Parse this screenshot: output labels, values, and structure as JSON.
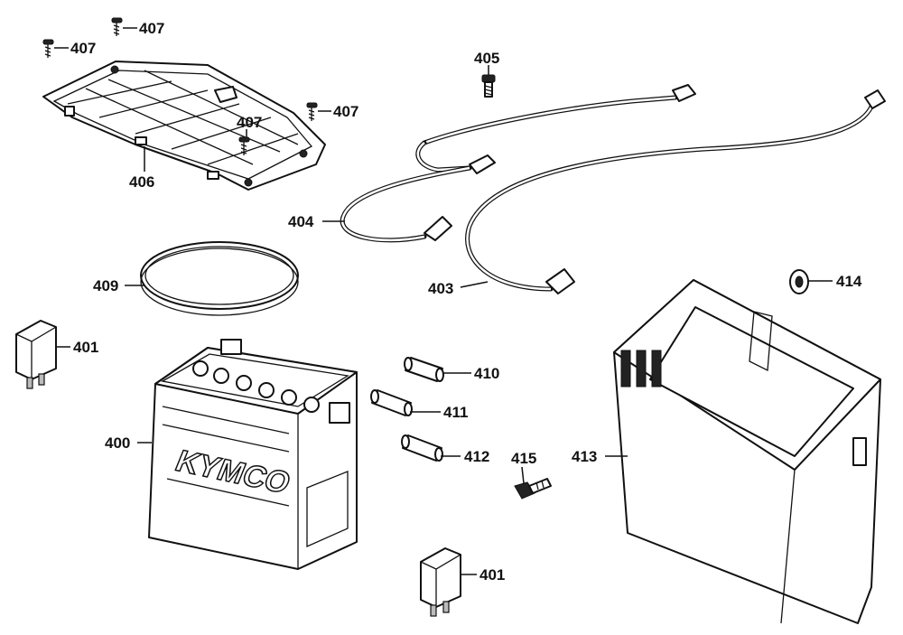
{
  "callouts": {
    "c400": "400",
    "c401a": "401",
    "c401b": "401",
    "c403": "403",
    "c404": "404",
    "c405": "405",
    "c406": "406",
    "c407a": "407",
    "c407b": "407",
    "c407c": "407",
    "c407d": "407",
    "c409": "409",
    "c410": "410",
    "c411": "411",
    "c412": "412",
    "c413": "413",
    "c414": "414",
    "c415": "415"
  },
  "battery": {
    "brand": "KYMCO"
  }
}
